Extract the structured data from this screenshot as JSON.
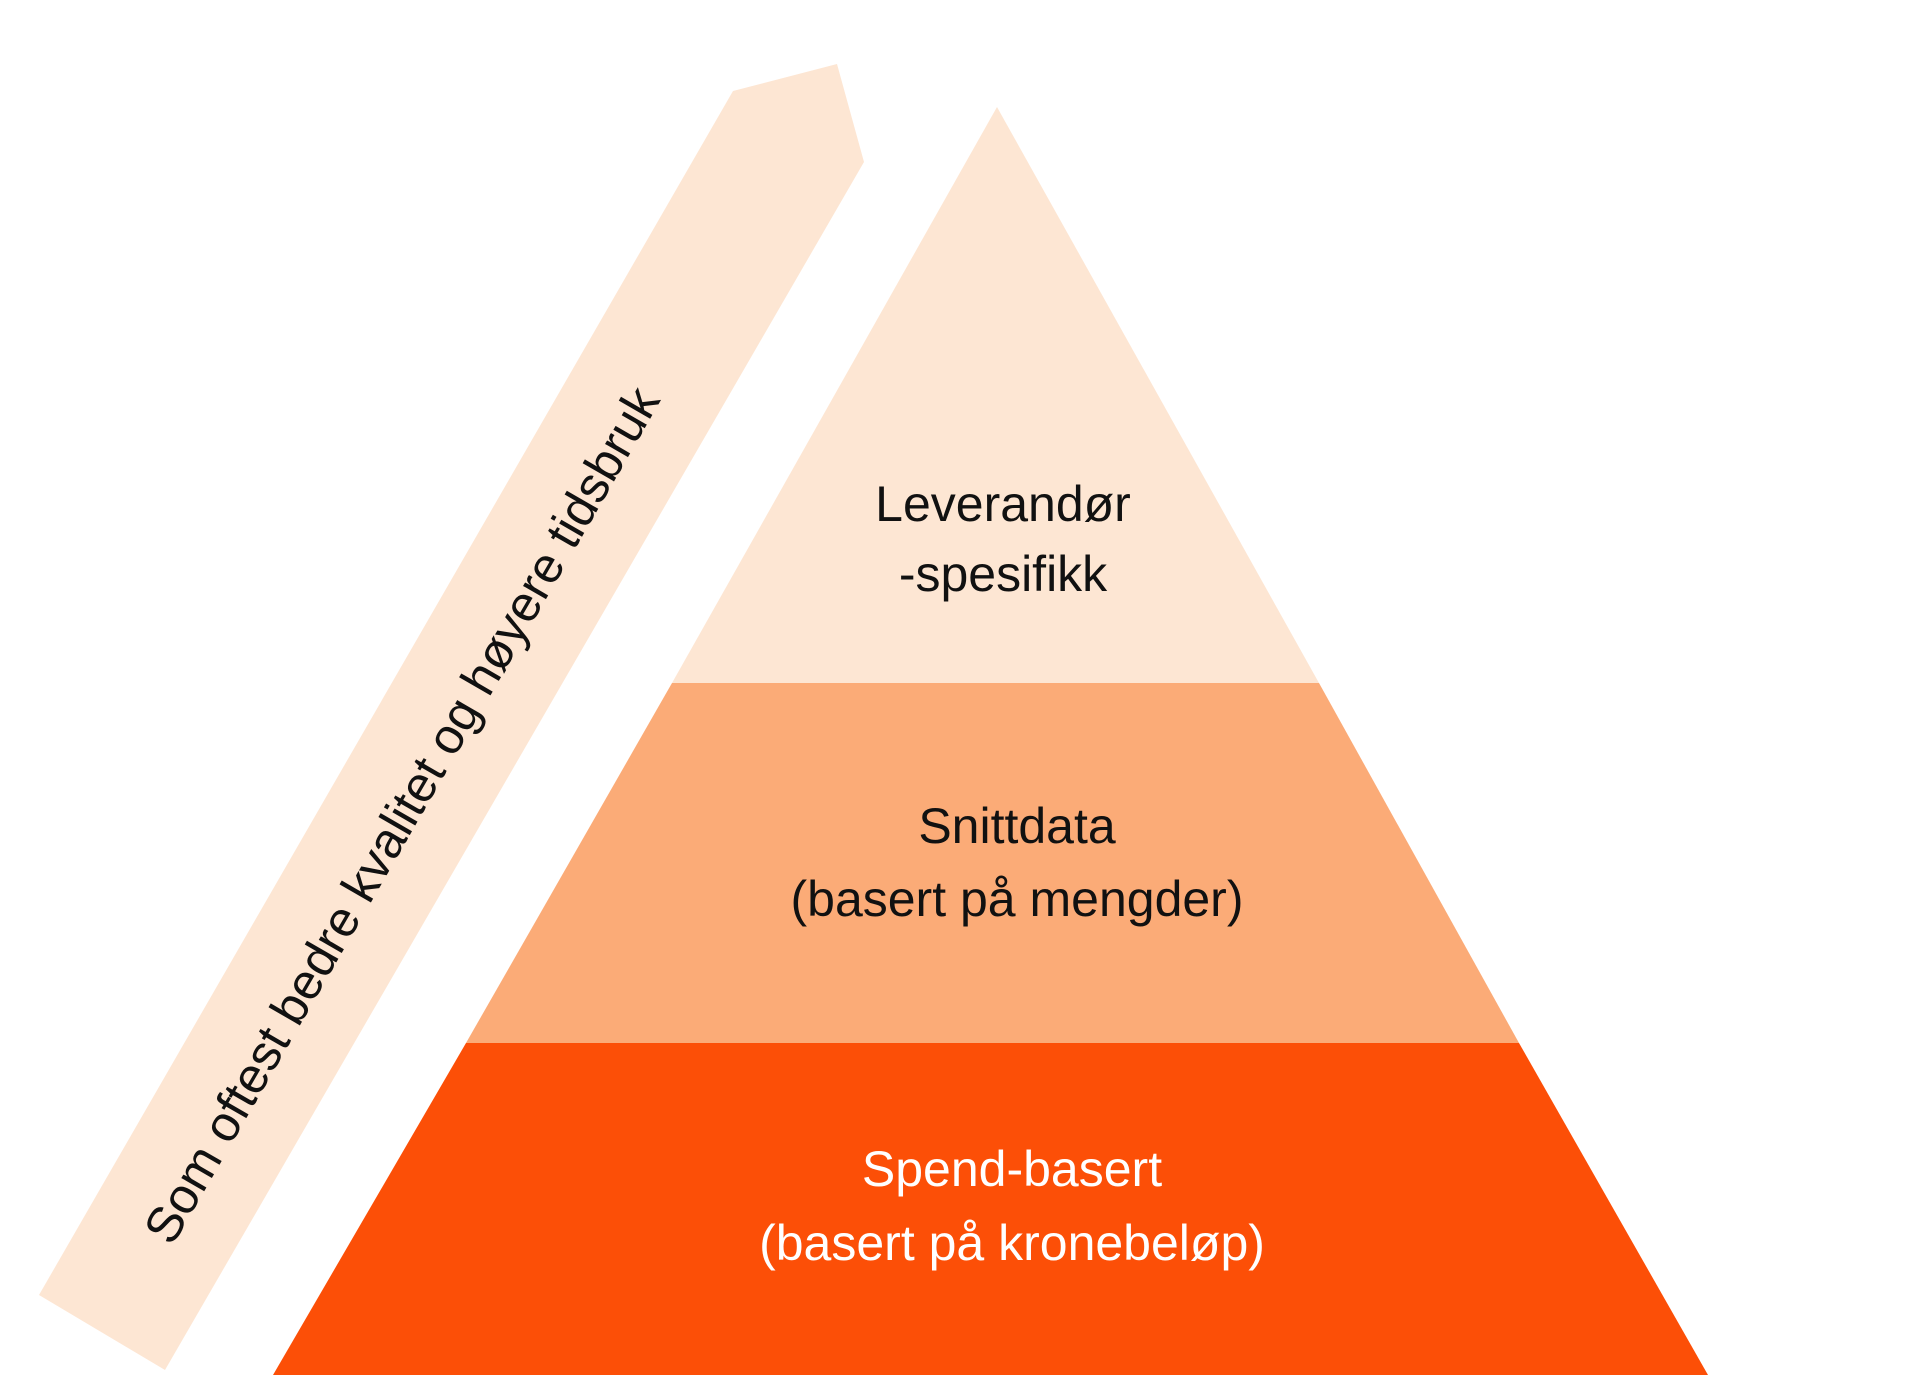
{
  "colors": {
    "background": "#ffffff",
    "tier_top": "#fde6d3",
    "tier_middle": "#fbab77",
    "tier_bottom": "#fc4f07",
    "arrow": "#fde6d3",
    "text_dark": "#111111",
    "text_light": "#ffffff"
  },
  "arrow": {
    "label": "Som oftest bedre kvalitet og høyere tidsbruk"
  },
  "pyramid": {
    "tiers": [
      {
        "line1": "Leverandør",
        "line2": "-spesifikk"
      },
      {
        "line1": "Snittdata",
        "line2": "(basert på mengder)"
      },
      {
        "line1": "Spend-basert",
        "line2": "(basert på kronebeløp)"
      }
    ]
  }
}
